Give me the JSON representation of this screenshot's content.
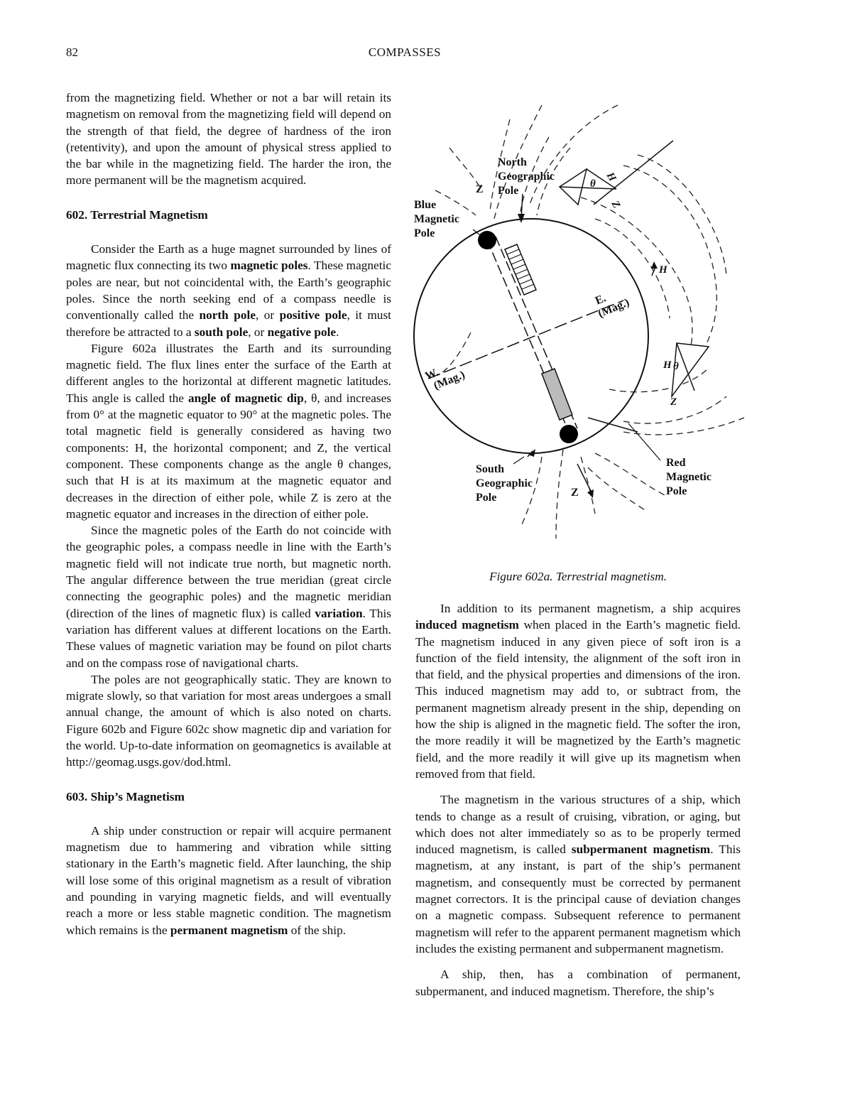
{
  "header": {
    "page_number": "82",
    "running_title": "COMPASSES"
  },
  "left_column": {
    "p_intro": "from the magnetizing field. Whether or not a bar will retain its magnetism on removal from the magnetizing field will depend on the strength of that field, the degree of hardness of the iron (retentivity), and upon the amount of physical stress applied to the bar while in the magnetizing field. The harder the iron, the more permanent will be the magnetism acquired.",
    "heading_602": "602. Terrestrial Magnetism",
    "p602a": {
      "t1": "Consider the Earth as a huge magnet surrounded by lines of magnetic flux connecting its two ",
      "b1": "magnetic poles",
      "t2": ". These magnetic poles are near, but not coincidental with, the Earth’s geographic poles. Since the north seeking end of a compass needle is conventionally called the ",
      "b2": "north pole",
      "t3": ", or ",
      "b3": "positive pole",
      "t4": ", it must therefore be attracted to a ",
      "b4": "south pole",
      "t5": ", or ",
      "b5": "negative pole",
      "t6": "."
    },
    "p602b": {
      "t1": "Figure 602a illustrates the Earth and its surrounding magnetic field. The flux lines enter the surface of the Earth at different angles to the horizontal at different magnetic latitudes. This angle is called the ",
      "b1": "angle of magnetic dip",
      "t2": ", θ, and increases from 0° at the magnetic equator to 90° at the magnetic poles. The total magnetic field is generally considered as having two components: H, the horizontal component; and Z, the vertical component. These components change as the angle θ changes, such that H is at its maximum at the magnetic equator and decreases in the direction of either pole, while Z is zero at the magnetic equator and increases in the direction of either pole."
    },
    "p602c": {
      "t1": "Since the magnetic poles of the Earth do not coincide with the geographic poles, a compass needle in line with the Earth’s magnetic field will not indicate true north, but magnetic north. The angular difference between the true meridian (great circle connecting the geographic poles) and the magnetic meridian (direction of the lines of magnetic flux) is called ",
      "b1": "variation",
      "t2": ". This variation has different values at different locations on the Earth. These values of magnetic variation may be found on pilot charts and on the compass rose of navigational charts."
    },
    "p602d": "The poles are not geographically static. They are known to migrate slowly, so that variation for most areas undergoes a small annual change, the amount of which is also noted on charts. Figure 602b and Figure 602c show magnetic dip and variation for the world. Up-to-date information on geomagnetics is available at http://geomag.usgs.gov/dod.html.",
    "heading_603": "603. Ship’s Magnetism",
    "p603a": {
      "t1": "A ship under construction or repair will acquire permanent magnetism due to hammering and vibration while sitting stationary in the Earth’s magnetic field. After launching, the ship will lose some of this original magnetism as a result of vibration and pounding in varying magnetic fields, and will eventually reach a more or less stable magnetic condition. The magnetism which remains is the ",
      "b1": "permanent magnetism",
      "t2": " of the ship."
    }
  },
  "figure": {
    "caption": "Figure 602a. Terrestrial magnetism.",
    "labels": {
      "north_geo_1": "North",
      "north_geo_2": "Geographic",
      "north_geo_3": "Pole",
      "blue_1": "Blue",
      "blue_2": "Magnetic",
      "blue_3": "Pole",
      "south_geo_1": "South",
      "south_geo_2": "Geographic",
      "south_geo_3": "Pole",
      "red_1": "Red",
      "red_2": "Magnetic",
      "red_3": "Pole",
      "e_1": "E.",
      "e_2": "(Mag.)",
      "w_1": "W.",
      "w_2": "(Mag.)",
      "z": "Z",
      "h": "H",
      "theta": "θ"
    }
  },
  "right_column": {
    "p1": {
      "t1": "In addition to its permanent magnetism, a ship acquires ",
      "b1": "induced magnetism",
      "t2": " when placed in the Earth’s magnetic field. The magnetism induced in any given piece of soft iron is a function of the field intensity, the alignment of the soft iron in that field, and the physical properties and dimensions of the iron. This induced magnetism may add to, or subtract from, the permanent magnetism already present in the ship, depending on how the ship is aligned in the magnetic field. The softer the iron, the more readily it will be magnetized by the Earth’s magnetic field, and the more readily it will give up its magnetism when removed from that field."
    },
    "p2": {
      "t1": "The magnetism in the various structures of a ship, which tends to change as a result of cruising, vibration, or aging, but which does not alter immediately so as to be properly termed induced magnetism, is called ",
      "b1": "subpermanent magnetism",
      "t2": ". This magnetism, at any instant, is part of the ship’s permanent magnetism, and consequently must be corrected by permanent magnet correctors. It is the principal cause of deviation changes on a magnetic compass. Subsequent reference to permanent magnetism will refer to the apparent permanent magnetism which includes the existing permanent and subpermanent magnetism."
    },
    "p3": "A ship, then, has a combination of permanent, subpermanent, and induced magnetism. Therefore, the ship’s"
  }
}
